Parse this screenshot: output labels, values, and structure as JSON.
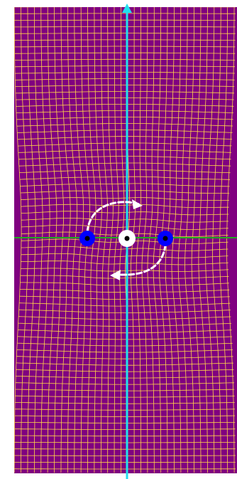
{
  "figure": {
    "background_color": "#800080",
    "grid_color": "#ffd84a",
    "horizontal_axis_color": "#22aa22",
    "vertical_axis_color": "#22e0ee",
    "rotation_arrow_color": "#ffffff",
    "pole_outer_color": "#0000ff",
    "pole_center_color": "#000000",
    "center_marker_fill": "#ffffff",
    "center_marker_dot": "#000000"
  },
  "markers": [
    {
      "name": "left-pole",
      "kind": "pole"
    },
    {
      "name": "center-point",
      "kind": "center"
    },
    {
      "name": "right-pole",
      "kind": "pole"
    }
  ],
  "rotation_arrows": [
    {
      "name": "upper-rotation-arrow",
      "direction": "clockwise"
    },
    {
      "name": "lower-rotation-arrow",
      "direction": "clockwise"
    }
  ],
  "axes": {
    "vertical_arrow": "up-arrow-icon",
    "horizontal": "horizontal-axis"
  }
}
